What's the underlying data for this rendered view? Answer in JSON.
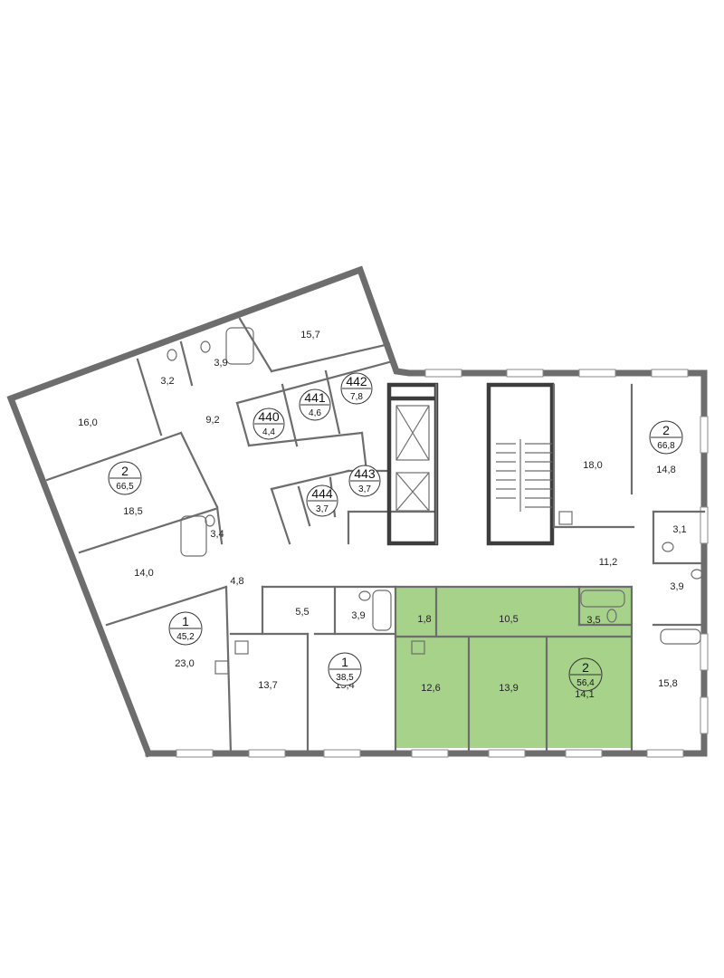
{
  "colors": {
    "wall": "#6d6d6d",
    "core": "#3d3d3d",
    "highlight": "#a6d28a",
    "highlight_dark": "#8fc06f",
    "background": "#ffffff",
    "text": "#222222"
  },
  "apartments": [
    {
      "id": "apt-west-top",
      "rooms": "2",
      "area": "66,5"
    },
    {
      "id": "apt-west-bottom",
      "rooms": "1",
      "area": "45,2"
    },
    {
      "id": "apt-south-middle",
      "rooms": "1",
      "area": "38,5"
    },
    {
      "id": "apt-highlighted",
      "rooms": "2",
      "area": "56,4"
    },
    {
      "id": "apt-east",
      "rooms": "2",
      "area": "66,8"
    }
  ],
  "storages": [
    {
      "id": "storage-440",
      "number": "440",
      "area": "4,4"
    },
    {
      "id": "storage-441",
      "number": "441",
      "area": "4,6"
    },
    {
      "id": "storage-442",
      "number": "442",
      "area": "7,8"
    },
    {
      "id": "storage-443",
      "number": "443",
      "area": "3,7"
    },
    {
      "id": "storage-444",
      "number": "444",
      "area": "3,7"
    }
  ],
  "room_areas": {
    "r157": "15,7",
    "r32": "3,2",
    "r39a": "3,9",
    "r160": "16,0",
    "r92": "9,2",
    "r185": "18,5",
    "r34": "3,4",
    "r140": "14,0",
    "r48": "4,8",
    "r230": "23,0",
    "r55": "5,5",
    "r39b": "3,9",
    "r137": "13,7",
    "r154": "15,4",
    "r18": "1,8",
    "r105": "10,5",
    "r35": "3,5",
    "r126": "12,6",
    "r139": "13,9",
    "r141": "14,1",
    "r180": "18,0",
    "r148": "14,8",
    "r31": "3,1",
    "r112": "11,2",
    "r39c": "3,9",
    "r158": "15,8"
  }
}
